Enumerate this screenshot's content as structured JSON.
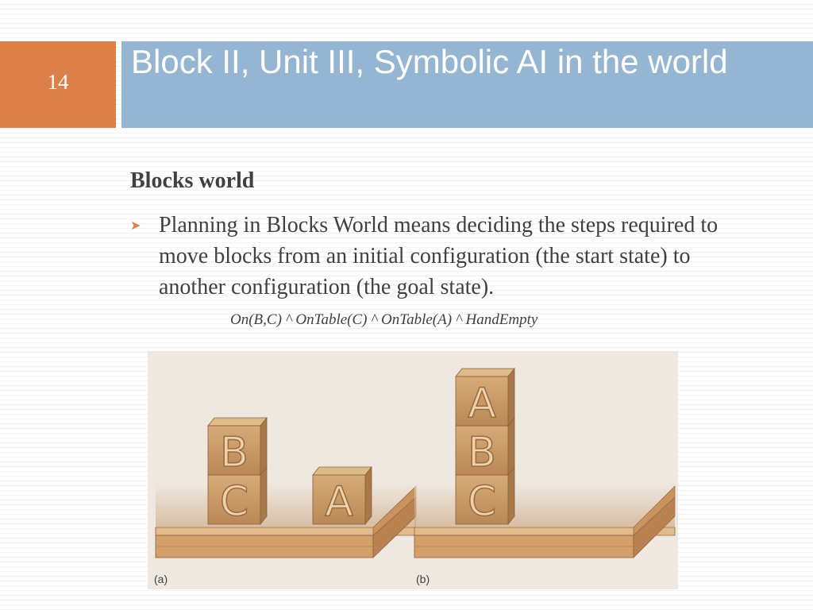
{
  "slide": {
    "number": "14",
    "title": "Block II, Unit III, Symbolic AI in the world"
  },
  "content": {
    "heading": "Blocks world",
    "bullet_marker_icon": "chevron-right-icon",
    "bullet": "Planning in Blocks World means deciding the steps required to move blocks from an initial configuration (the start state) to another configuration (the goal state).",
    "formula": "On(B,C) ^ OnTable(C) ^ OnTable(A) ^ HandEmpty"
  },
  "figure": {
    "panel_a": {
      "label": "(a)",
      "stack_1": [
        "B",
        "C"
      ],
      "stack_2": [
        "A"
      ]
    },
    "panel_b": {
      "label": "(b)",
      "stack_1": [
        "A",
        "B",
        "C"
      ]
    }
  },
  "colors": {
    "accent": "#dd8047",
    "title_bar": "#94b6d2",
    "text": "#404040",
    "block_face": "#c99a66",
    "block_letter": "#e8c9a0",
    "table": "#d5a675"
  }
}
